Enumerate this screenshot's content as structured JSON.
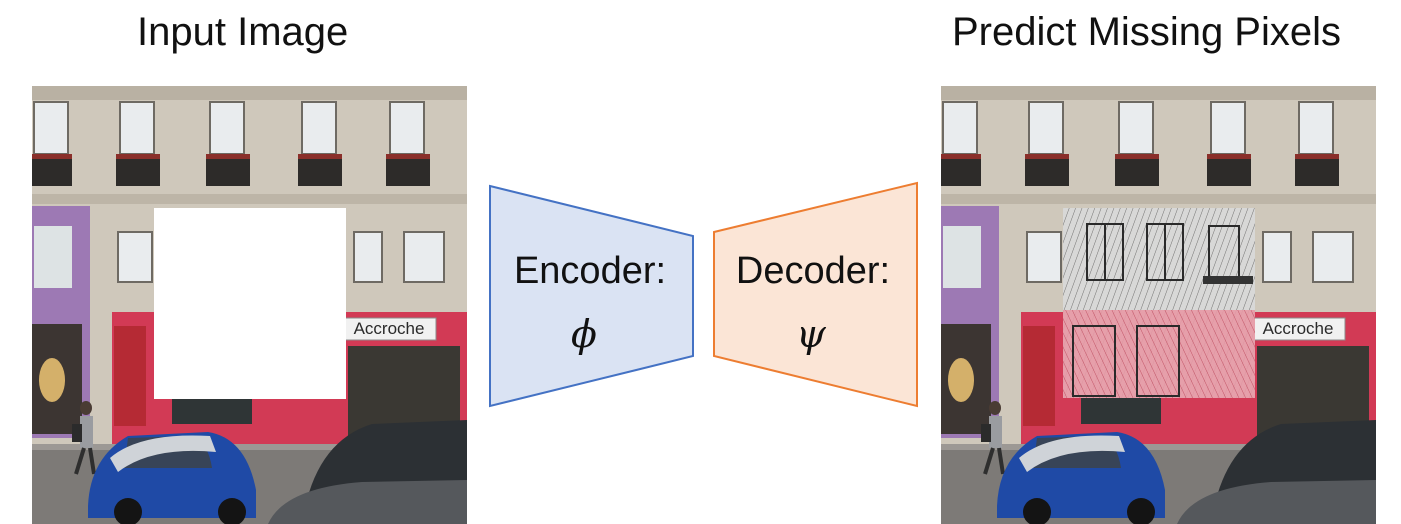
{
  "input_title": "Input Image",
  "output_title": "Predict Missing Pixels",
  "encoder": {
    "label": "Encoder:",
    "symbol": "ϕ",
    "fill": "#dae3f3",
    "stroke": "#4472c4"
  },
  "decoder": {
    "label": "Decoder:",
    "symbol": "ψ",
    "fill": "#fbe5d6",
    "stroke": "#ed7d31"
  },
  "shop_sign": "Accroche"
}
